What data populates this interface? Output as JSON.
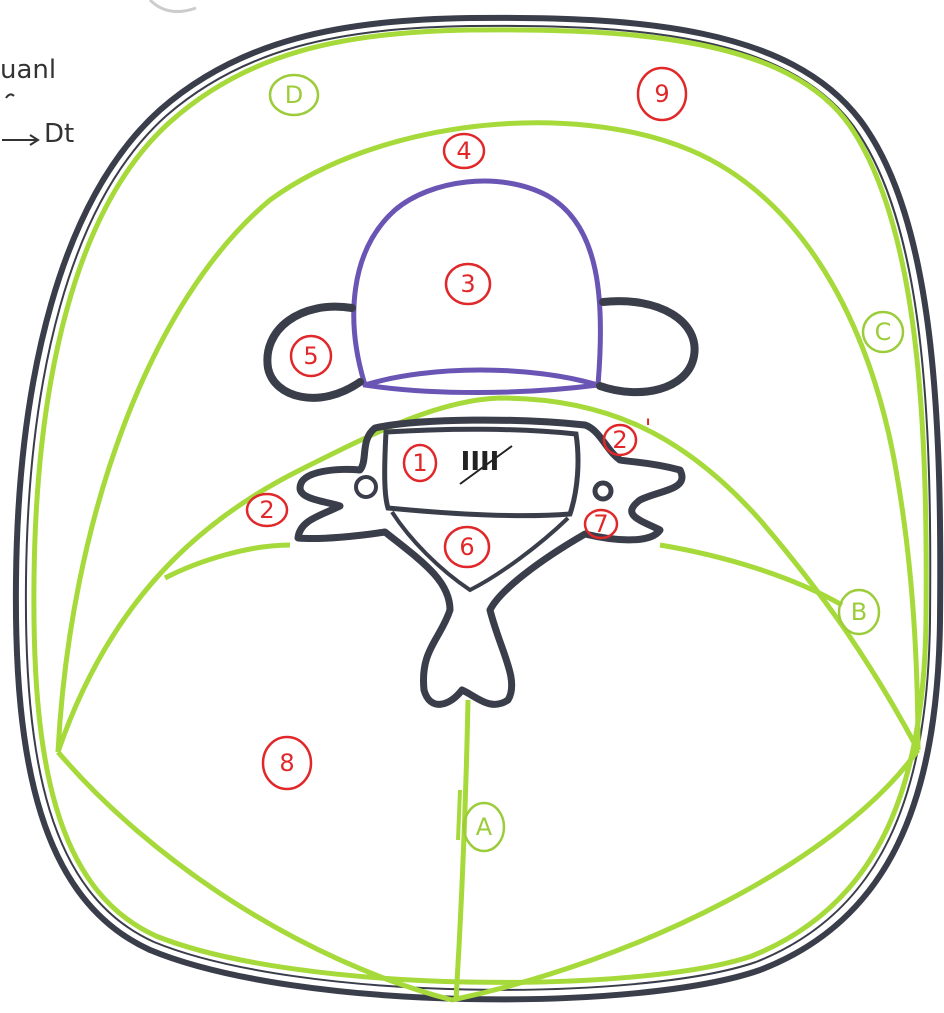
{
  "margin_notes": {
    "top_word": "uanl",
    "arrow_label": "Dt"
  },
  "colors": {
    "outline": "#3a3d4a",
    "fascia": "#a6d93a",
    "vertebral_body": "#6a55b5",
    "red_labels": "#e0282a",
    "green_labels": "#9ccc3a"
  },
  "numbered_labels": [
    {
      "id": "1",
      "text": "1"
    },
    {
      "id": "2-left",
      "text": "2"
    },
    {
      "id": "2-prime",
      "text": "2"
    },
    {
      "id": "2-prime-mark",
      "text": "'"
    },
    {
      "id": "3",
      "text": "3"
    },
    {
      "id": "4",
      "text": "4"
    },
    {
      "id": "5",
      "text": "5"
    },
    {
      "id": "6",
      "text": "6"
    },
    {
      "id": "7",
      "text": "7"
    },
    {
      "id": "8",
      "text": "8"
    },
    {
      "id": "9",
      "text": "9"
    }
  ],
  "letter_labels": [
    {
      "id": "A",
      "text": "A"
    },
    {
      "id": "B",
      "text": "B"
    },
    {
      "id": "C",
      "text": "C"
    },
    {
      "id": "D",
      "text": "D"
    }
  ],
  "spinal_tally": "IIII"
}
